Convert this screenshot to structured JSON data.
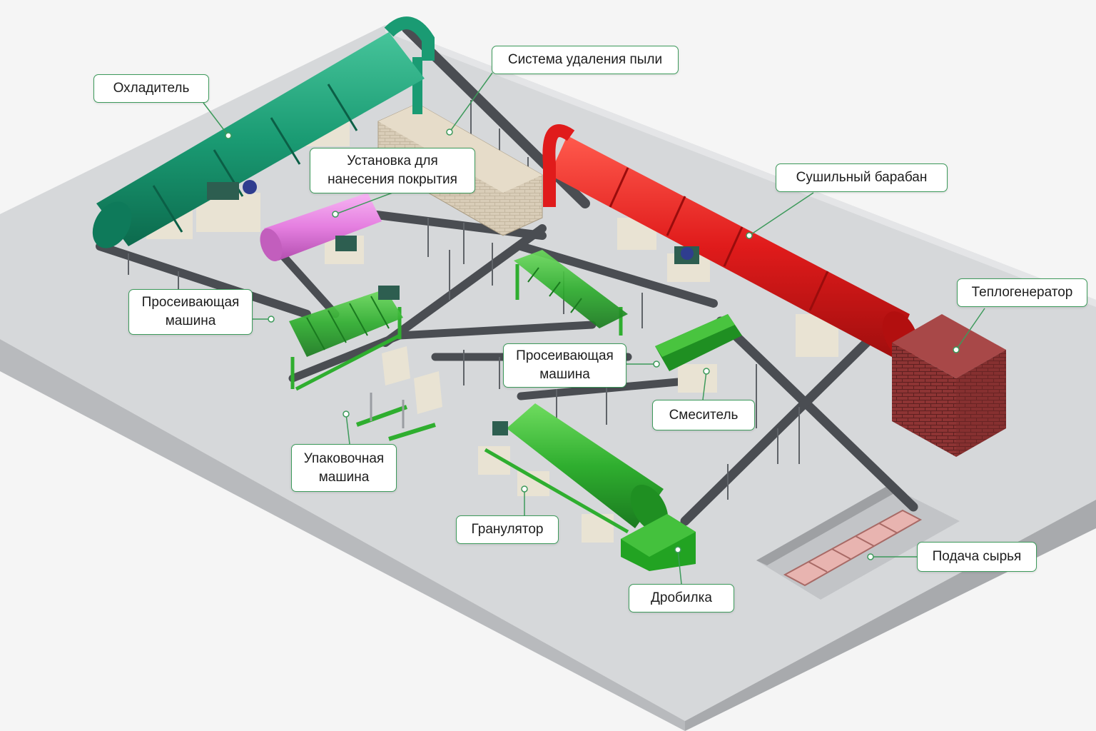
{
  "labels": {
    "cooler": "Охладитель",
    "dust_removal": "Система удаления пыли",
    "coating_unit": "Установка для нанесения покрытия",
    "dryer_drum": "Сушильный барабан",
    "heat_generator": "Теплогенератор",
    "screening_machine_left": "Просеивающая машина",
    "screening_machine_center": "Просеивающая машина",
    "mixer": "Смеситель",
    "packing_machine": "Упаковочная машина",
    "granulator": "Гранулятор",
    "raw_feed": "Подача сырья",
    "crusher": "Дробилка"
  },
  "colors": {
    "cooler": "#1a9b73",
    "dryer": "#e01b1b",
    "coating": "#e57fe0",
    "machines": "#2fae2f",
    "brick": "#8e3434",
    "platform": "#d7d9db",
    "callout_border": "#3d9a5b"
  }
}
